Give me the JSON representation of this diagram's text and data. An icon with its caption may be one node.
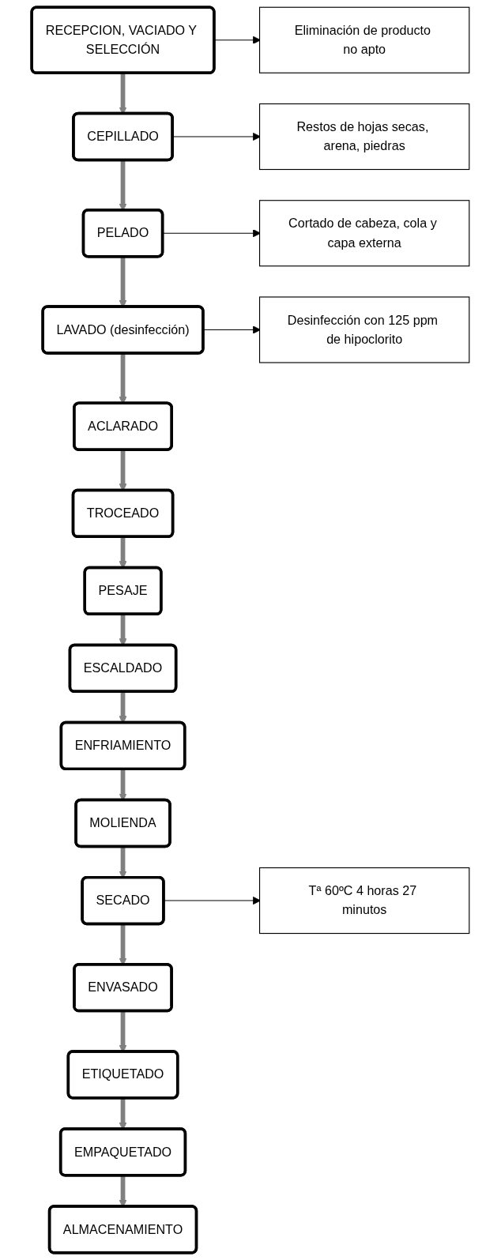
{
  "diagram": {
    "nodes": [
      {
        "text": [
          "RECEPCION, VACIADO Y SELECCIÓN"
        ]
      },
      {
        "text": [
          "Eliminación de producto no apto"
        ]
      },
      {
        "text": [
          "CEPILLADO"
        ]
      },
      {
        "text": [
          "Restos de hojas secas, arena, piedras"
        ]
      },
      {
        "text": [
          "PELADO"
        ]
      },
      {
        "text": [
          "Cortado de cabeza, cola y capa externa"
        ]
      },
      {
        "text": [
          "LAVADO (desinfección)"
        ]
      },
      {
        "text": [
          "Desinfección con 125 ppm de hipoclorito"
        ]
      },
      {
        "text": [
          "ACLARADO"
        ]
      },
      {
        "text": [
          "TROCEADO"
        ]
      },
      {
        "text": [
          "PESAJE"
        ]
      },
      {
        "text": [
          "ESCALDADO"
        ]
      },
      {
        "text": [
          "ENFRIAMIENTO"
        ]
      },
      {
        "text": [
          "MOLIENDA"
        ]
      },
      {
        "text": [
          "SECADO"
        ]
      },
      {
        "text": [
          "Tª 60ºC 4 horas 27 minutos"
        ]
      },
      {
        "text": [
          "ENVASADO"
        ]
      },
      {
        "text": [
          "ETIQUETADO"
        ]
      },
      {
        "text": [
          "EMPAQUETADO"
        ]
      },
      {
        "text": [
          "ALMACENAMIENTO"
        ]
      }
    ],
    "edges": [
      {
        "from": 0,
        "to": 1,
        "arrow": "to",
        "color": "#000000"
      },
      {
        "from": 0,
        "to": 2,
        "arrow": "to"
      },
      {
        "from": 2,
        "to": 3,
        "arrow": "to",
        "color": "#000000"
      },
      {
        "from": 2,
        "to": 4,
        "arrow": "to"
      },
      {
        "from": 4,
        "to": 5,
        "arrow": "to",
        "color": "#000000"
      },
      {
        "from": 4,
        "to": 6,
        "arrow": "to"
      },
      {
        "from": 6,
        "to": 7,
        "arrow": "to",
        "color": "#000000"
      },
      {
        "from": 6,
        "to": 8,
        "arrow": "to"
      },
      {
        "from": 8,
        "to": 9,
        "arrow": "to"
      },
      {
        "from": 9,
        "to": 10,
        "arrow": "to"
      },
      {
        "from": 10,
        "to": 11,
        "arrow": "to"
      },
      {
        "from": 11,
        "to": 12,
        "arrow": "to"
      },
      {
        "from": 12,
        "to": 13,
        "arrow": "to"
      },
      {
        "from": 13,
        "to": 14,
        "arrow": "to"
      },
      {
        "from": 14,
        "to": 15,
        "arrow": "to",
        "color": "#000000"
      },
      {
        "from": 14,
        "to": 16,
        "arrow": "to"
      },
      {
        "from": 16,
        "to": 17,
        "arrow": "to"
      },
      {
        "from": 17,
        "to": 18,
        "arrow": "to"
      },
      {
        "from": 18,
        "to": 19,
        "arrow": "to"
      }
    ]
  }
}
